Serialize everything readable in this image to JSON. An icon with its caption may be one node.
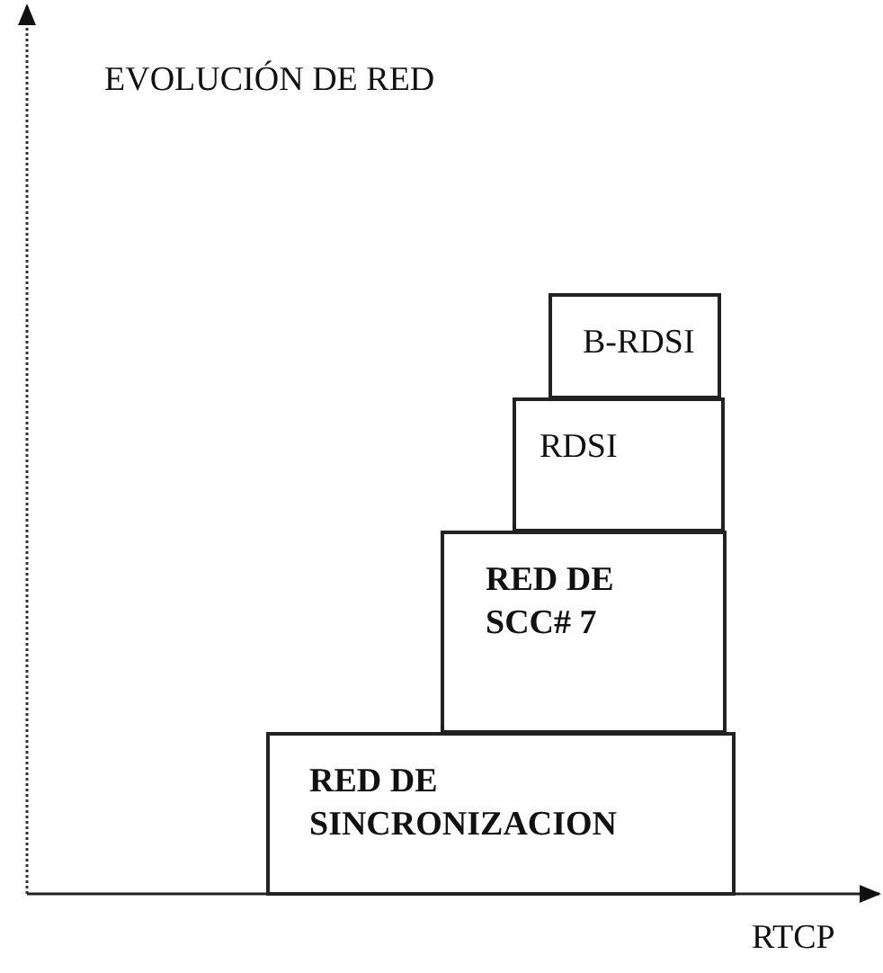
{
  "diagram": {
    "nodes": [
      {
        "text": [
          "RED DE SINCRONIZACION"
        ]
      },
      {
        "text": [
          "RED DE SCC# 7"
        ]
      },
      {
        "text": [
          "RDSI"
        ]
      },
      {
        "text": [
          "B-RDSI"
        ]
      }
    ],
    "labels": [
      "EVOLUCIÓN DE RED",
      "RTCP"
    ]
  }
}
